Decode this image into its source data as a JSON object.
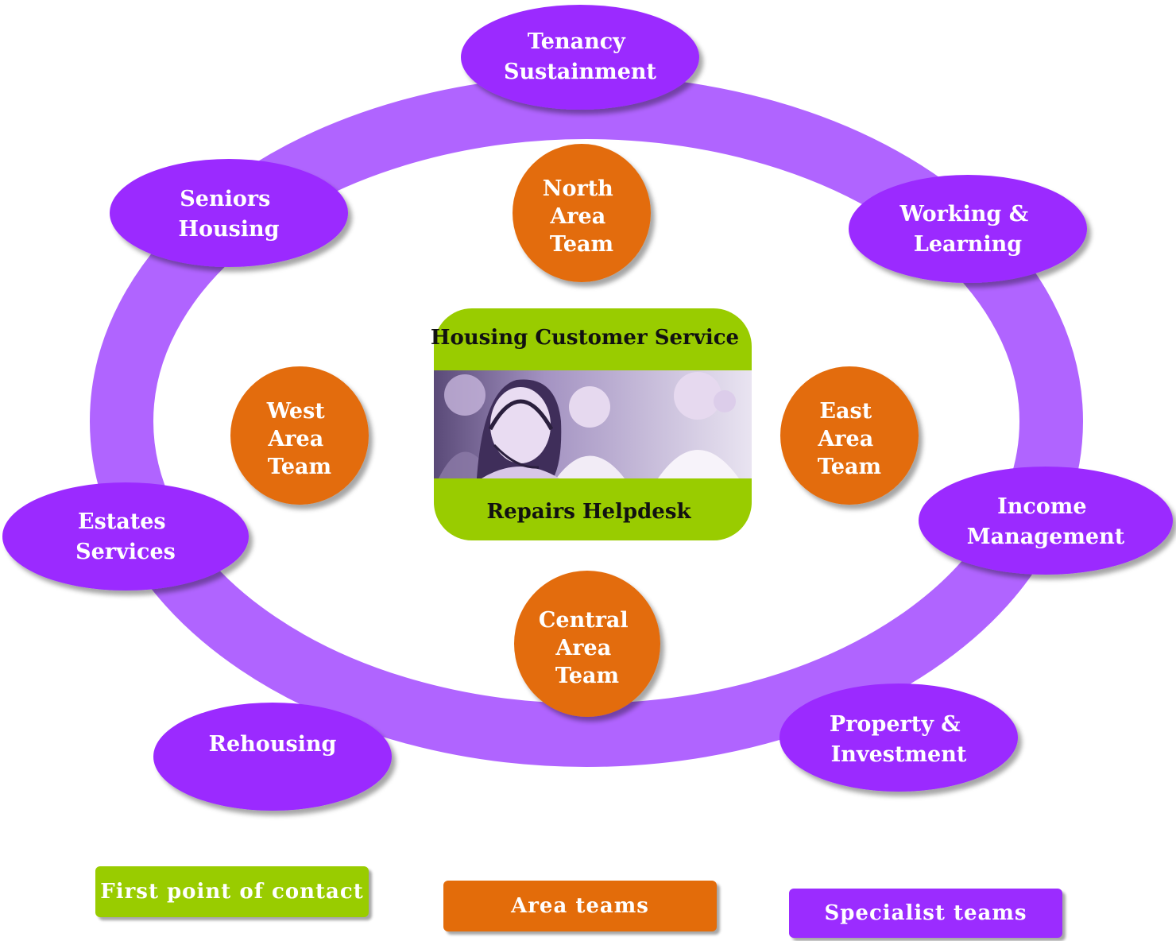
{
  "colors": {
    "ring": "#b064ff",
    "specialist": "#9b2cff",
    "area": "#e36c0a",
    "contact": "#99cc00"
  },
  "center": {
    "title": "Housing Customer Service",
    "subtitle": "Repairs Helpdesk",
    "image": "call-centre-staff-photo"
  },
  "area_teams": {
    "north": [
      "North",
      "Area",
      "Team"
    ],
    "west": [
      "West",
      "Area",
      "Team"
    ],
    "east": [
      "East",
      "Area",
      "Team"
    ],
    "central": [
      "Central",
      "Area",
      "Team"
    ]
  },
  "specialist_teams": {
    "tenancy": [
      "Tenancy",
      "Sustainment"
    ],
    "seniors": [
      "Seniors",
      "Housing"
    ],
    "working": [
      "Working &",
      "Learning"
    ],
    "income": [
      "Income",
      "Management"
    ],
    "estates": [
      "Estates",
      "Services"
    ],
    "property": [
      "Property &",
      "Investment"
    ],
    "rehousing": [
      "Rehousing"
    ]
  },
  "legend": {
    "contact": "First point of contact",
    "area": "Area teams",
    "specialist": "Specialist teams"
  }
}
